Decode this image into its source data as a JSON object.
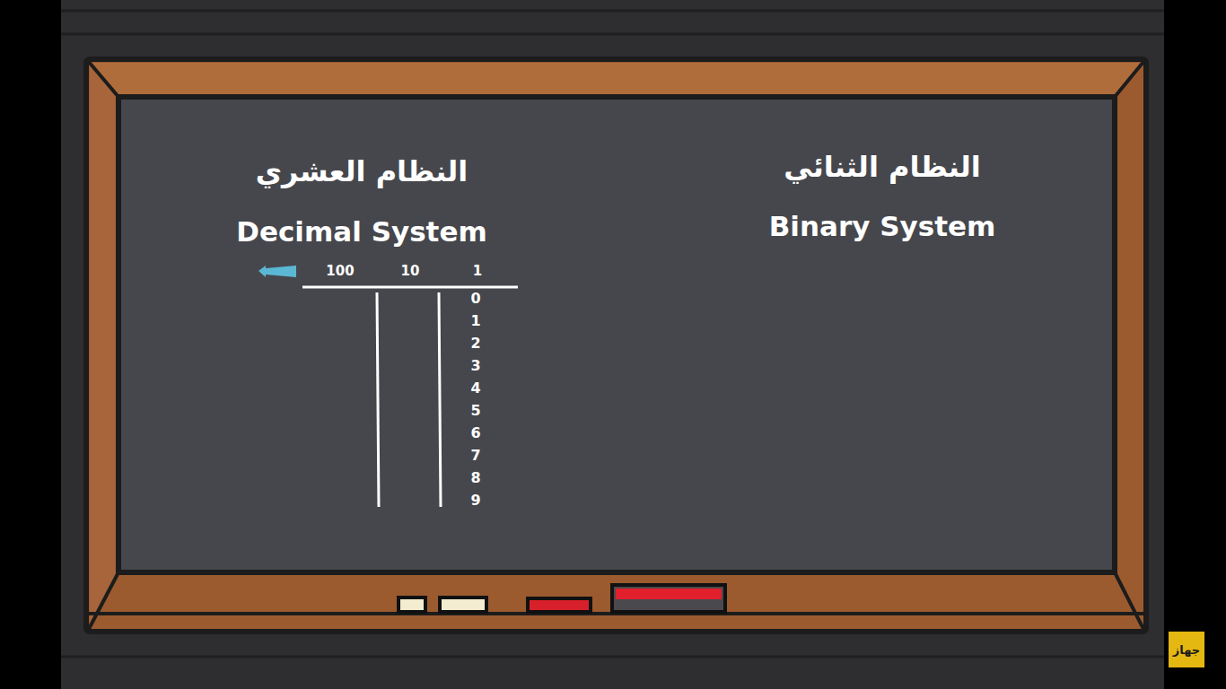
{
  "diagram": {
    "nodes": [
      {
        "text": [
          "جهاز"
        ]
      }
    ],
    "labels": [
      "النظام العشري",
      "Decimal System",
      "100",
      "10",
      "1",
      "0",
      "1",
      "2",
      "3",
      "4",
      "5",
      "6",
      "7",
      "8",
      "9",
      "النظام الثنائي",
      "Binary System"
    ]
  }
}
